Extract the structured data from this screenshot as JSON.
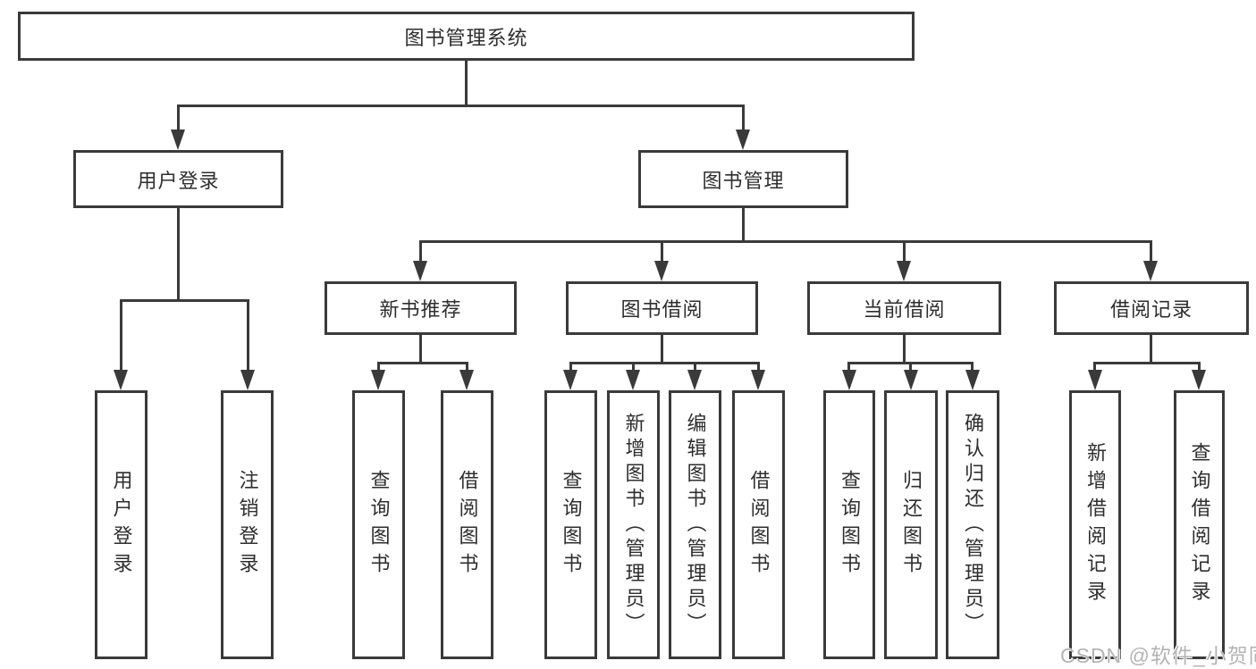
{
  "diagram": {
    "title": "图书管理系统",
    "level2": {
      "user_login": "用户登录",
      "book_mgmt": "图书管理"
    },
    "level3": {
      "new_books": "新书推荐",
      "borrowing": "图书借阅",
      "current": "当前借阅",
      "records": "借阅记录"
    },
    "leaves": {
      "user_login": "用户登录",
      "logout": "注销登录",
      "nb_query": "查询图书",
      "nb_borrow": "借阅图书",
      "bb_query": "查询图书",
      "bb_add": "新增图书（管理员）",
      "bb_edit": "编辑图书（管理员）",
      "bb_borrow": "借阅图书",
      "cb_query": "查询图书",
      "cb_return": "归还图书",
      "cb_confirm": "确认归还（管理员）",
      "rc_add": "新增借阅记录",
      "rc_query": "查询借阅记录"
    }
  },
  "watermark": "CSDN @软件_小贺同学",
  "colors": {
    "line": "#3a3a3a",
    "box_border": "#3a3a3a",
    "box_background": "#ffffff",
    "text": "#2e2e2e",
    "watermark": "#b4b4b4"
  }
}
